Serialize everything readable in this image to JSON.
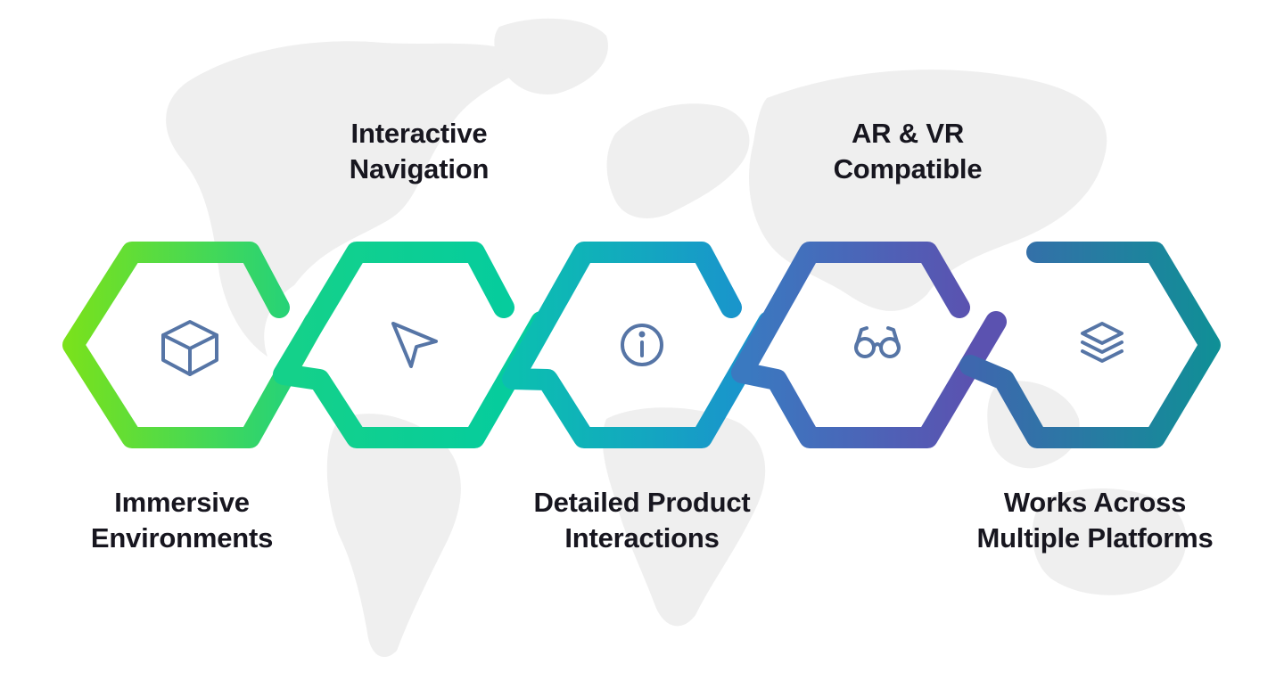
{
  "features": [
    {
      "line1": "Immersive",
      "line2": "Environments",
      "icon": "cube-icon"
    },
    {
      "line1": "Interactive",
      "line2": "Navigation",
      "icon": "cursor-arrow-icon"
    },
    {
      "line1": "Detailed Product",
      "line2": "Interactions",
      "icon": "info-icon"
    },
    {
      "line1": "AR & VR",
      "line2": "Compatible",
      "icon": "glasses-icon"
    },
    {
      "line1": "Works Across",
      "line2": "Multiple Platforms",
      "icon": "layers-icon"
    }
  ],
  "colors": {
    "hex_1": "#7be21a",
    "hex_2": "#0ccf96",
    "hex_3": "#139ec9",
    "hex_4": "#5b52b0",
    "hex_5": "#178e98",
    "icon": "#5675a6",
    "map": "#efefef",
    "text": "#17161f"
  }
}
